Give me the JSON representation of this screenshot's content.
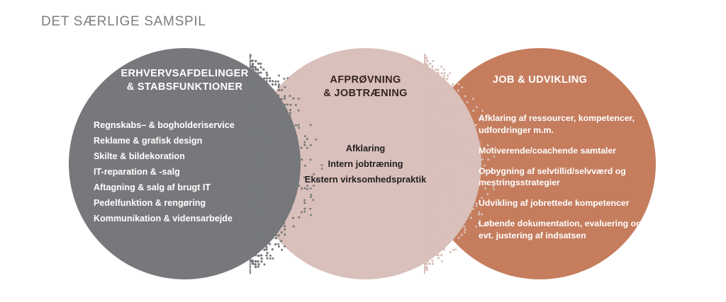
{
  "page": {
    "title": "DET SÆRLIGE SAMSPIL",
    "background_color": "#ffffff",
    "title_color": "#7b7d80"
  },
  "diagram": {
    "type": "three-overlapping-circles",
    "circles": [
      {
        "id": "left",
        "color": "#76787b",
        "heading_line1": "ERHVERVSAFDELINGER",
        "heading_line2": "& STABSFUNKTIONER",
        "heading_color": "#ffffff",
        "text_color": "#ffffff",
        "items": [
          "Regnskabs– & bogholderiservice",
          "Reklame & grafisk design",
          "Skilte & bildekoration",
          "IT-reparation & -salg",
          "Aftagning & salg af brugt IT",
          "Pedelfunktion & rengøring",
          "Kommunikation & vidensarbejde"
        ]
      },
      {
        "id": "middle",
        "color": "#d9c0ba",
        "heading_line1": "AFPRØVNING",
        "heading_line2": "& JOBTRÆNING",
        "heading_color": "#35241f",
        "text_color": "#231f20",
        "items": [
          "Afklaring",
          "Intern jobtræning",
          "Ekstern virksomhedspraktik"
        ]
      },
      {
        "id": "right",
        "color": "#c57d5e",
        "heading_line1": "JOB & UDVIKLING",
        "heading_line2": "",
        "heading_color": "#ffffff",
        "text_color": "#ffffff",
        "items": [
          "Afklaring af ressourcer, kompetencer, udfordringer m.m.",
          "Motiverende/coachende samtaler",
          "Opbygning af selvtillid/selvværd og mestringsstrategier",
          "Udvikling af jobrettede kompetencer",
          "Løbende dokumentation, evaluering og evt. justering af indsatsen"
        ]
      }
    ],
    "transitions": [
      {
        "id": "left-middle",
        "dot_color": "#76787b",
        "base_color": "#d9c0ba"
      },
      {
        "id": "middle-right",
        "dot_color": "#d9c0ba",
        "base_color": "#c57d5e"
      }
    ]
  }
}
